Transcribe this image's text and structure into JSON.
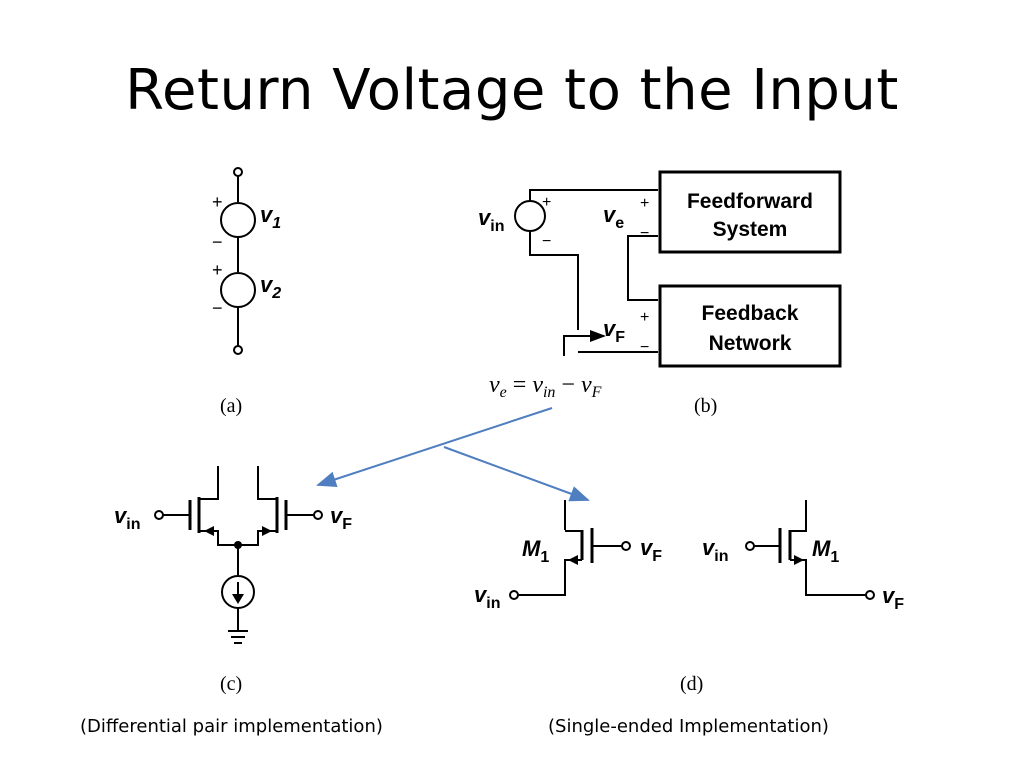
{
  "slide": {
    "title": "Return Voltage to the Input"
  },
  "fig_a": {
    "v1_sym": "v",
    "v1_sub": "1",
    "v2_sym": "v",
    "v2_sub": "2",
    "plus": "+",
    "minus": "−",
    "caption": "(a)"
  },
  "fig_b": {
    "vin_sym": "v",
    "vin_sub": "in",
    "ve_sym": "v",
    "ve_sub": "e",
    "vf_sym": "v",
    "vf_sub": "F",
    "plus": "+",
    "minus": "−",
    "feedforward_line1": "Feedforward",
    "feedforward_line2": "System",
    "feedback_line1": "Feedback",
    "feedback_line2": "Network",
    "caption": "(b)"
  },
  "equation": {
    "lhs_sym": "v",
    "lhs_sub": "e",
    "eq": " = ",
    "a_sym": "v",
    "a_sub": "in",
    "op": " − ",
    "b_sym": "v",
    "b_sub": "F"
  },
  "fig_c": {
    "vin_sym": "v",
    "vin_sub": "in",
    "vf_sym": "v",
    "vf_sub": "F",
    "caption": "(c)",
    "note": "(Differential pair implementation)"
  },
  "fig_d": {
    "m1_sym": "M",
    "m1_sub": "1",
    "vin_sym": "v",
    "vin_sub": "in",
    "vf_sym": "v",
    "vf_sub": "F",
    "caption": "(d)",
    "note": "(Single-ended Implementation)"
  },
  "colors": {
    "arrow": "#4f7fc0",
    "ink": "#000000"
  }
}
